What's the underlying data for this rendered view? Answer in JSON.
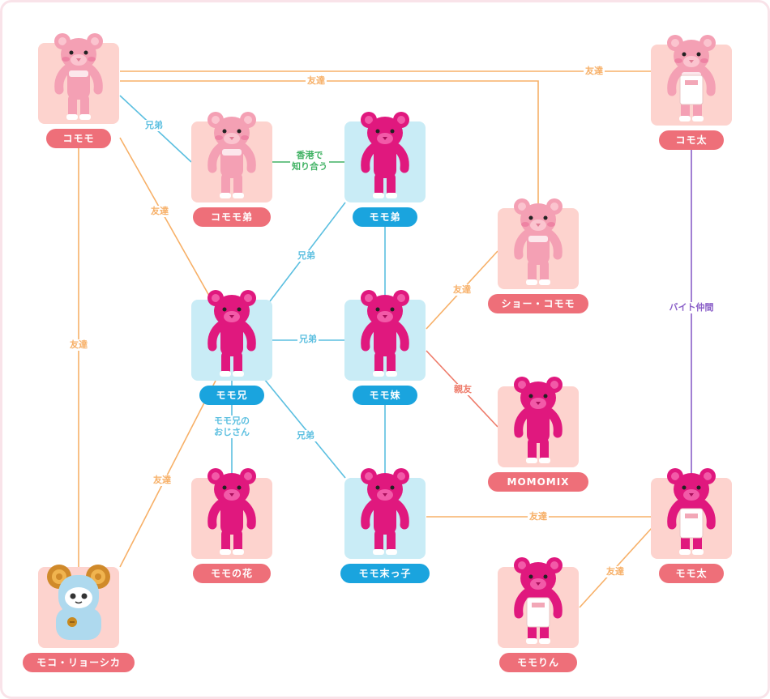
{
  "colors": {
    "friend": "#f7b068",
    "sibling": "#5bbfe0",
    "hongkong": "#41b264",
    "part_time": "#8a5fc8",
    "best_friend": "#ee7b6a",
    "card_pink": "#fdd3ce",
    "card_blue": "#c9ecf6",
    "pill_red": "#ee6f79",
    "pill_blue": "#1aa4de"
  },
  "characters": [
    {
      "id": "komomo",
      "name": "コモモ",
      "style": "pink-plush",
      "bg": "pink",
      "pill": "red"
    },
    {
      "id": "komomo_otouto",
      "name": "コモモ弟",
      "style": "pink-plush",
      "bg": "pink",
      "pill": "red"
    },
    {
      "id": "momo_otouto",
      "name": "モモ弟",
      "style": "magenta-bear",
      "bg": "blue",
      "pill": "blue"
    },
    {
      "id": "komota",
      "name": "コモ太",
      "style": "pink-plush-apron",
      "bg": "pink",
      "pill": "red"
    },
    {
      "id": "sho_komomo",
      "name": "ショー・コモモ",
      "style": "pink-plush",
      "bg": "pink",
      "pill": "red"
    },
    {
      "id": "momo_ani",
      "name": "モモ兄",
      "style": "magenta-bear",
      "bg": "blue",
      "pill": "blue"
    },
    {
      "id": "momo_imouto",
      "name": "モモ妹",
      "style": "magenta-bear",
      "bg": "blue",
      "pill": "blue"
    },
    {
      "id": "momomix",
      "name": "MOMOMIX",
      "style": "magenta-bear",
      "bg": "pink",
      "pill": "red"
    },
    {
      "id": "momo_no_hana",
      "name": "モモの花",
      "style": "magenta-bear",
      "bg": "pink",
      "pill": "red"
    },
    {
      "id": "momo_suekko",
      "name": "モモ末っ子",
      "style": "magenta-bear",
      "bg": "blue",
      "pill": "blue"
    },
    {
      "id": "momota",
      "name": "モモ太",
      "style": "magenta-bear-apron",
      "bg": "pink",
      "pill": "red"
    },
    {
      "id": "moko",
      "name": "モコ・リョーシカ",
      "style": "blue-sheep",
      "bg": "pink",
      "pill": "red"
    },
    {
      "id": "momorin",
      "name": "モモりん",
      "style": "magenta-bear-apron",
      "bg": "pink",
      "pill": "red"
    }
  ],
  "relations": [
    {
      "from": "komomo",
      "to": "komomo_otouto",
      "label": "兄弟",
      "kind": "sibling"
    },
    {
      "from": "komomo",
      "to": "sho_komomo",
      "label": "友達",
      "kind": "friend"
    },
    {
      "from": "komomo",
      "to": "komota",
      "label": "友達",
      "kind": "friend"
    },
    {
      "from": "komomo",
      "to": "momo_ani",
      "label": "友達",
      "kind": "friend"
    },
    {
      "from": "komomo",
      "to": "moko",
      "label": "友達",
      "kind": "friend"
    },
    {
      "from": "komomo_otouto",
      "to": "momo_otouto",
      "label": "香港で\n知り合う",
      "kind": "hongkong"
    },
    {
      "from": "momo_ani",
      "to": "momo_otouto",
      "label": "兄弟",
      "kind": "sibling"
    },
    {
      "from": "momo_ani",
      "to": "momo_imouto",
      "label": "兄弟",
      "kind": "sibling"
    },
    {
      "from": "momo_ani",
      "to": "momo_suekko",
      "label": "兄弟",
      "kind": "sibling"
    },
    {
      "from": "momo_ani",
      "to": "momo_no_hana",
      "label": "モモ兄の\nおじさん",
      "kind": "sibling"
    },
    {
      "from": "momo_ani",
      "to": "moko",
      "label": "友達",
      "kind": "friend"
    },
    {
      "from": "momo_otouto",
      "to": "momo_imouto",
      "label": "",
      "kind": "sibling"
    },
    {
      "from": "momo_imouto",
      "to": "momo_suekko",
      "label": "",
      "kind": "sibling"
    },
    {
      "from": "momo_imouto",
      "to": "sho_komomo",
      "label": "友達",
      "kind": "friend"
    },
    {
      "from": "momo_imouto",
      "to": "momomix",
      "label": "親友",
      "kind": "best_friend"
    },
    {
      "from": "komota",
      "to": "momota",
      "label": "バイト仲間",
      "kind": "part_time"
    },
    {
      "from": "momo_suekko",
      "to": "momota",
      "label": "友達",
      "kind": "friend"
    },
    {
      "from": "momota",
      "to": "momorin",
      "label": "友達",
      "kind": "friend"
    }
  ]
}
